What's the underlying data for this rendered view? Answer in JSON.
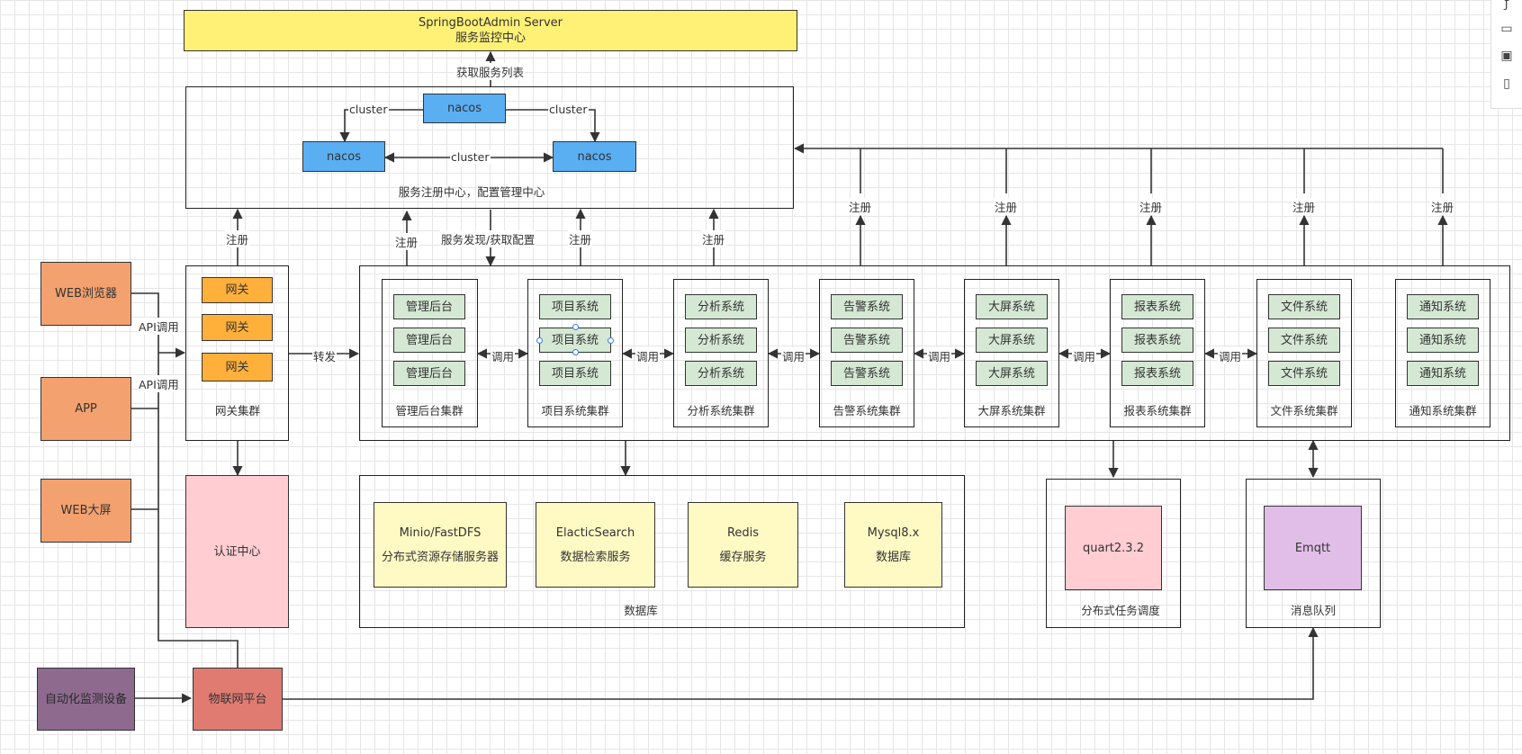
{
  "sba": {
    "line1": "SpringBootAdmin Server",
    "line2": "服务监控中心"
  },
  "edge_labels": {
    "get_service_list": "获取服务列表",
    "discovery": "服务发现/获取配置",
    "register": "注册",
    "forward": "转发",
    "call": "调用",
    "api_call": "API调用",
    "cluster": "cluster"
  },
  "nacos": {
    "node": "nacos",
    "caption": "服务注册中心，配置管理中心"
  },
  "clients": [
    "WEB浏览器",
    "APP",
    "WEB大屏"
  ],
  "gateway": {
    "node": "网关",
    "caption": "网关集群"
  },
  "auth": "认证中心",
  "clusters": [
    {
      "node": "管理后台",
      "caption": "管理后台集群"
    },
    {
      "node": "项目系统",
      "caption": "项目系统集群"
    },
    {
      "node": "分析系统",
      "caption": "分析系统集群"
    },
    {
      "node": "告警系统",
      "caption": "告警系统集群"
    },
    {
      "node": "大屏系统",
      "caption": "大屏系统集群"
    },
    {
      "node": "报表系统",
      "caption": "报表系统集群"
    },
    {
      "node": "文件系统",
      "caption": "文件系统集群"
    },
    {
      "node": "通知系统",
      "caption": "通知系统集群"
    }
  ],
  "database": {
    "caption": "数据库",
    "items": [
      {
        "name": "Minio/FastDFS",
        "desc": "分布式资源存储服务器"
      },
      {
        "name": "ElacticSearch",
        "desc": "数据检索服务"
      },
      {
        "name": "Redis",
        "desc": "缓存服务"
      },
      {
        "name": "Mysql8.x",
        "desc": "数据库"
      }
    ]
  },
  "quartz": {
    "name": "quart2.3.2",
    "caption": "分布式任务调度"
  },
  "mq": {
    "name": "Emqtt",
    "caption": "消息队列"
  },
  "device": "自动化监测设备",
  "iot": "物联网平台",
  "colors": {
    "sba": "#fff176",
    "nacos": "#5aaef2",
    "gateway": "#ffb03a",
    "client": "#f3a16f",
    "service": "#d5e8d4",
    "db": "#fff9c4",
    "auth": "#ffcdd2",
    "quartz": "#ffcdd2",
    "mq": "#e1bee7",
    "device": "#8e6a8e",
    "iot": "#e07b72"
  },
  "toolbar_icons": [
    "format-icon",
    "calendar-icon",
    "layers-icon",
    "page-icon"
  ]
}
